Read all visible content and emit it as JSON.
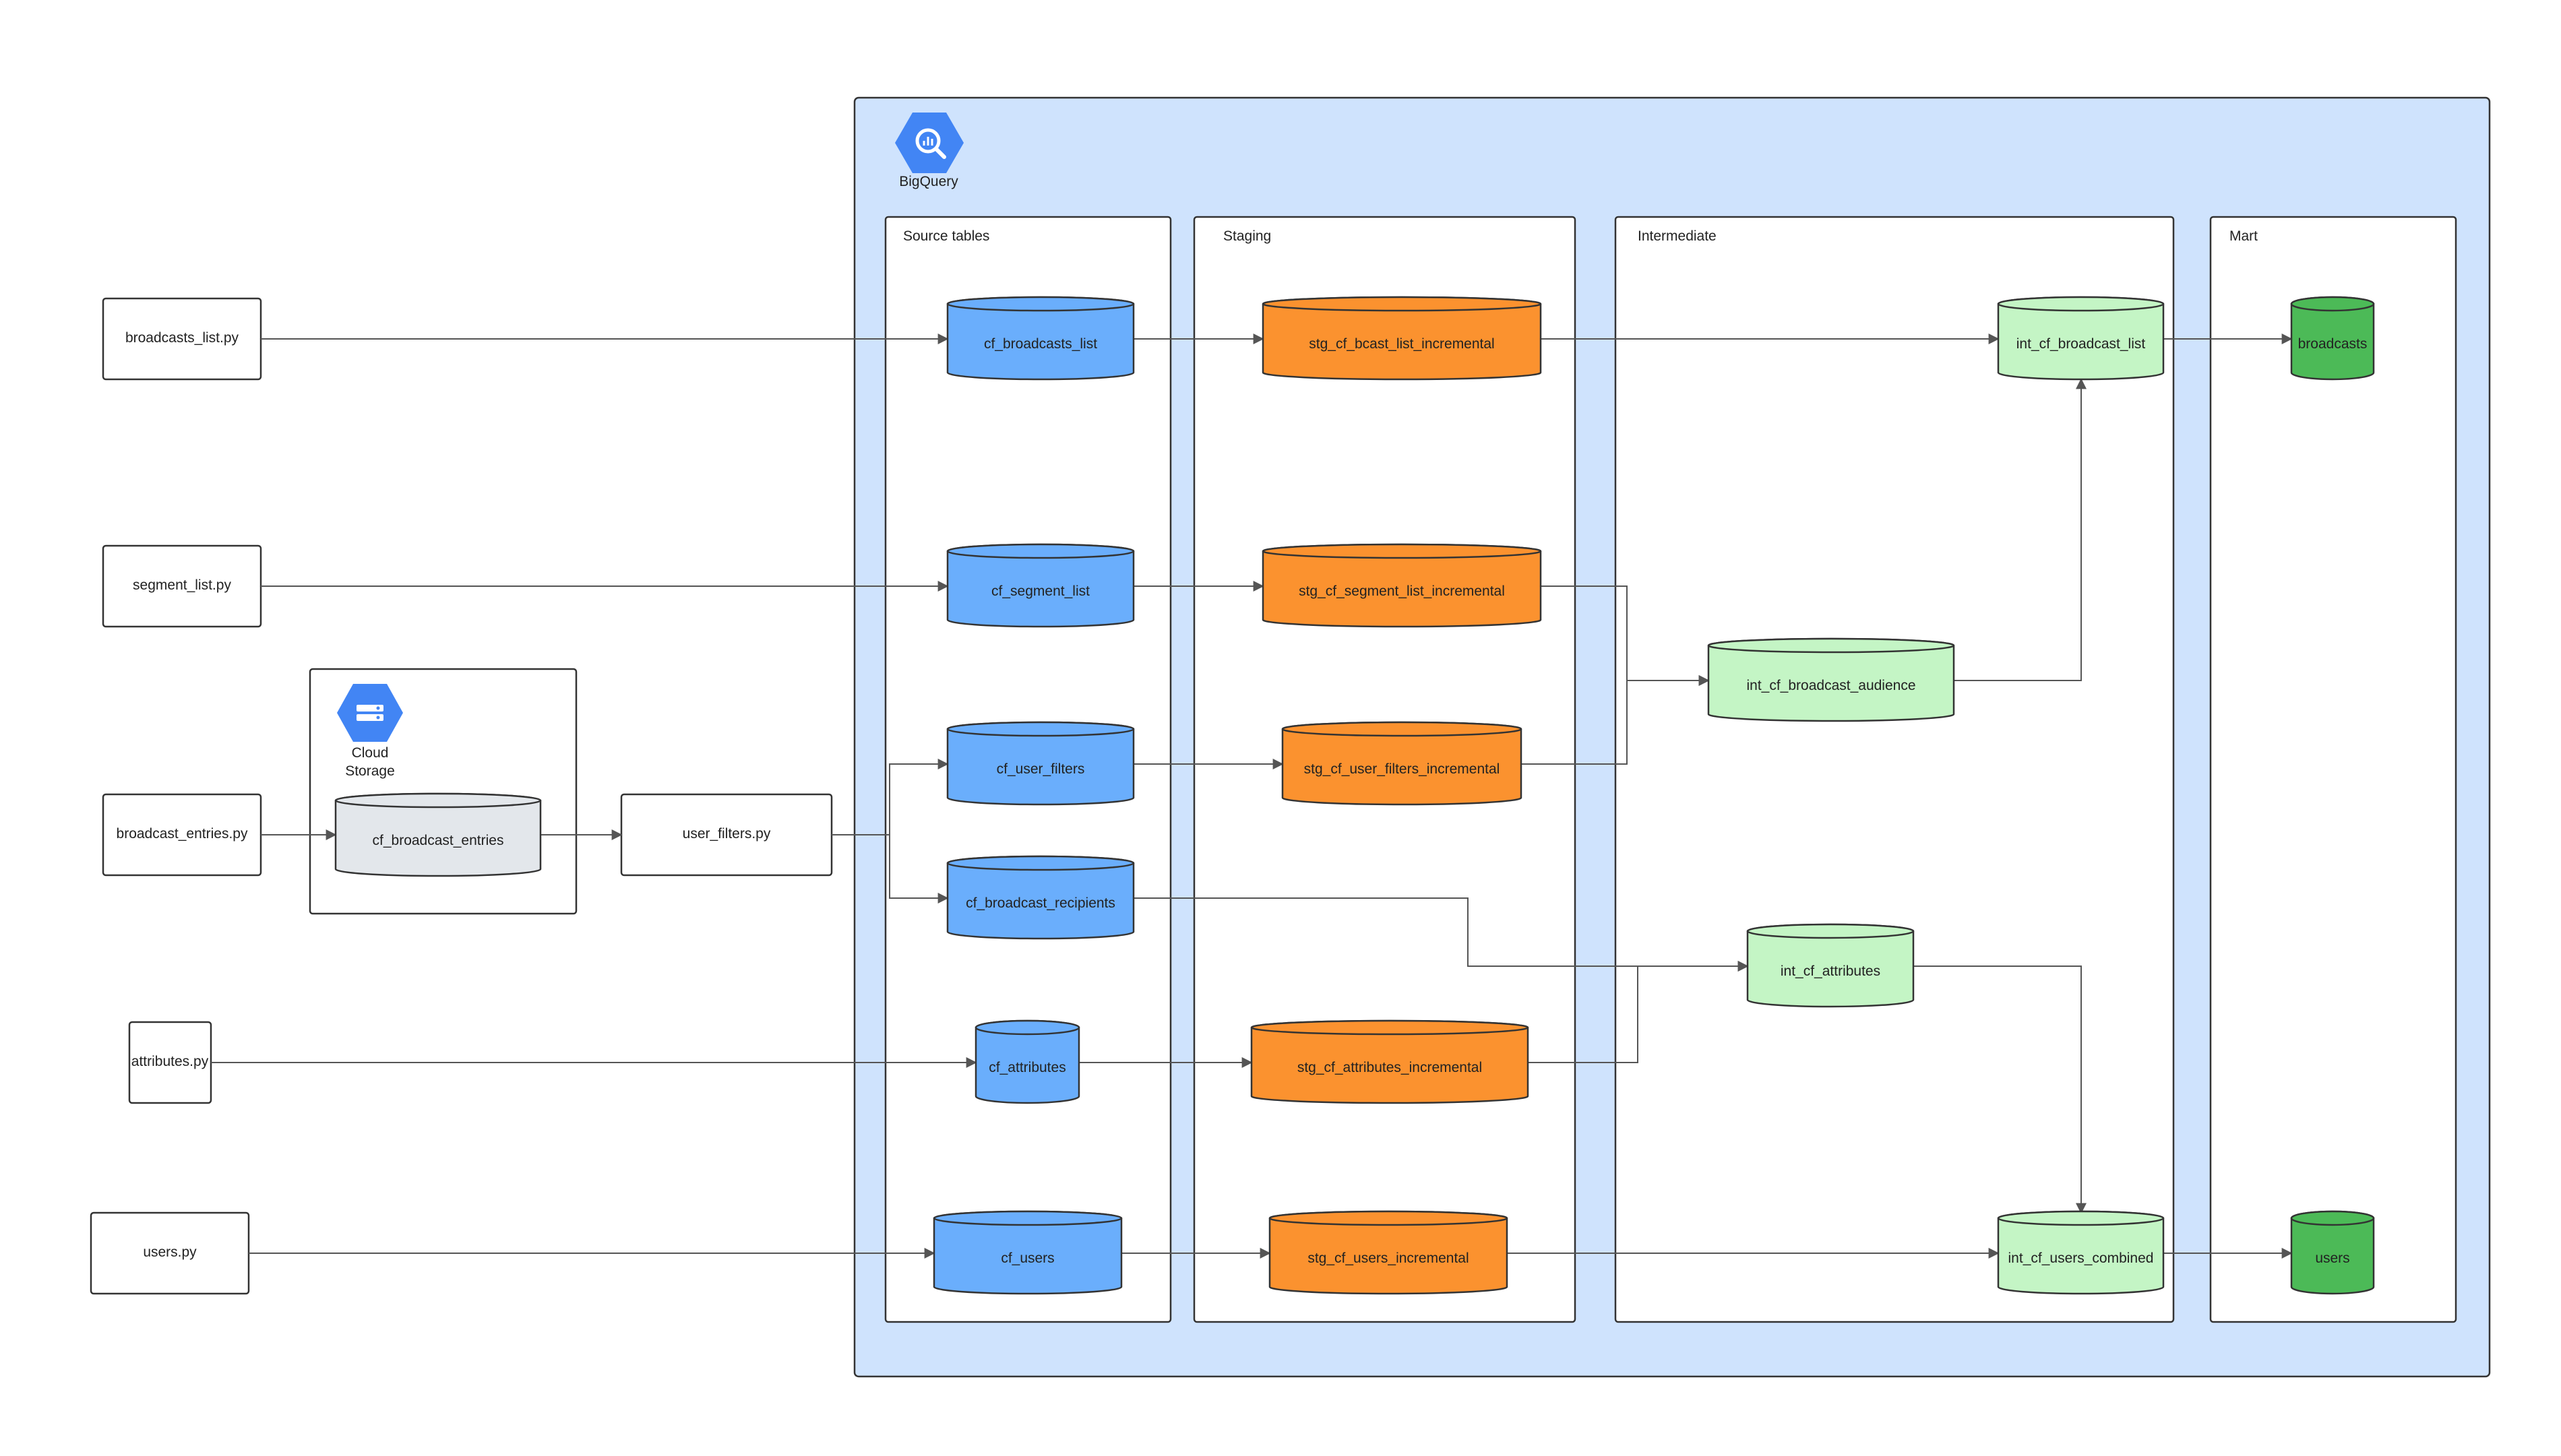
{
  "colors": {
    "bigquery_bg": "#cfe3fd",
    "source_fill": "#6aaefc",
    "staging_fill": "#fb922f",
    "intermediate_fill": "#c4f5c5",
    "mart_fill": "#4cba57",
    "storage_fill": "#e3e7eb",
    "icon_blue": "#4285f4"
  },
  "bigquery": {
    "label": "BigQuery",
    "icon": "bigquery-icon"
  },
  "cloud_storage": {
    "label_line1": "Cloud",
    "label_line2": "Storage",
    "icon": "cloud-storage-icon"
  },
  "lanes": {
    "source": "Source tables",
    "staging": "Staging",
    "intermediate": "Intermediate",
    "mart": "Mart"
  },
  "scripts": {
    "broadcasts_list": "broadcasts_list.py",
    "segment_list": "segment_list.py",
    "broadcast_entries": "broadcast_entries.py",
    "user_filters": "user_filters.py",
    "attributes": "attributes.py",
    "users": "users.py"
  },
  "storage_tables": {
    "cf_broadcast_entries": "cf_broadcast_entries"
  },
  "source_tables": {
    "cf_broadcasts_list": "cf_broadcasts_list",
    "cf_segment_list": "cf_segment_list",
    "cf_user_filters": "cf_user_filters",
    "cf_broadcast_recipients": "cf_broadcast_recipients",
    "cf_attributes": "cf_attributes",
    "cf_users": "cf_users"
  },
  "staging_tables": {
    "stg_cf_bcast_list_incremental": "stg_cf_bcast_list_incremental",
    "stg_cf_segment_list_incremental": "stg_cf_segment_list_incremental",
    "stg_cf_user_filters_incremental": "stg_cf_user_filters_incremental",
    "stg_cf_attributes_incremental": "stg_cf_attributes_incremental",
    "stg_cf_users_incremental": "stg_cf_users_incremental"
  },
  "intermediate_tables": {
    "int_cf_broadcast_list": "int_cf_broadcast_list",
    "int_cf_broadcast_audience": "int_cf_broadcast_audience",
    "int_cf_attributes": "int_cf_attributes",
    "int_cf_users_combined": "int_cf_users_combined"
  },
  "mart_tables": {
    "broadcasts": "broadcasts",
    "users": "users"
  }
}
